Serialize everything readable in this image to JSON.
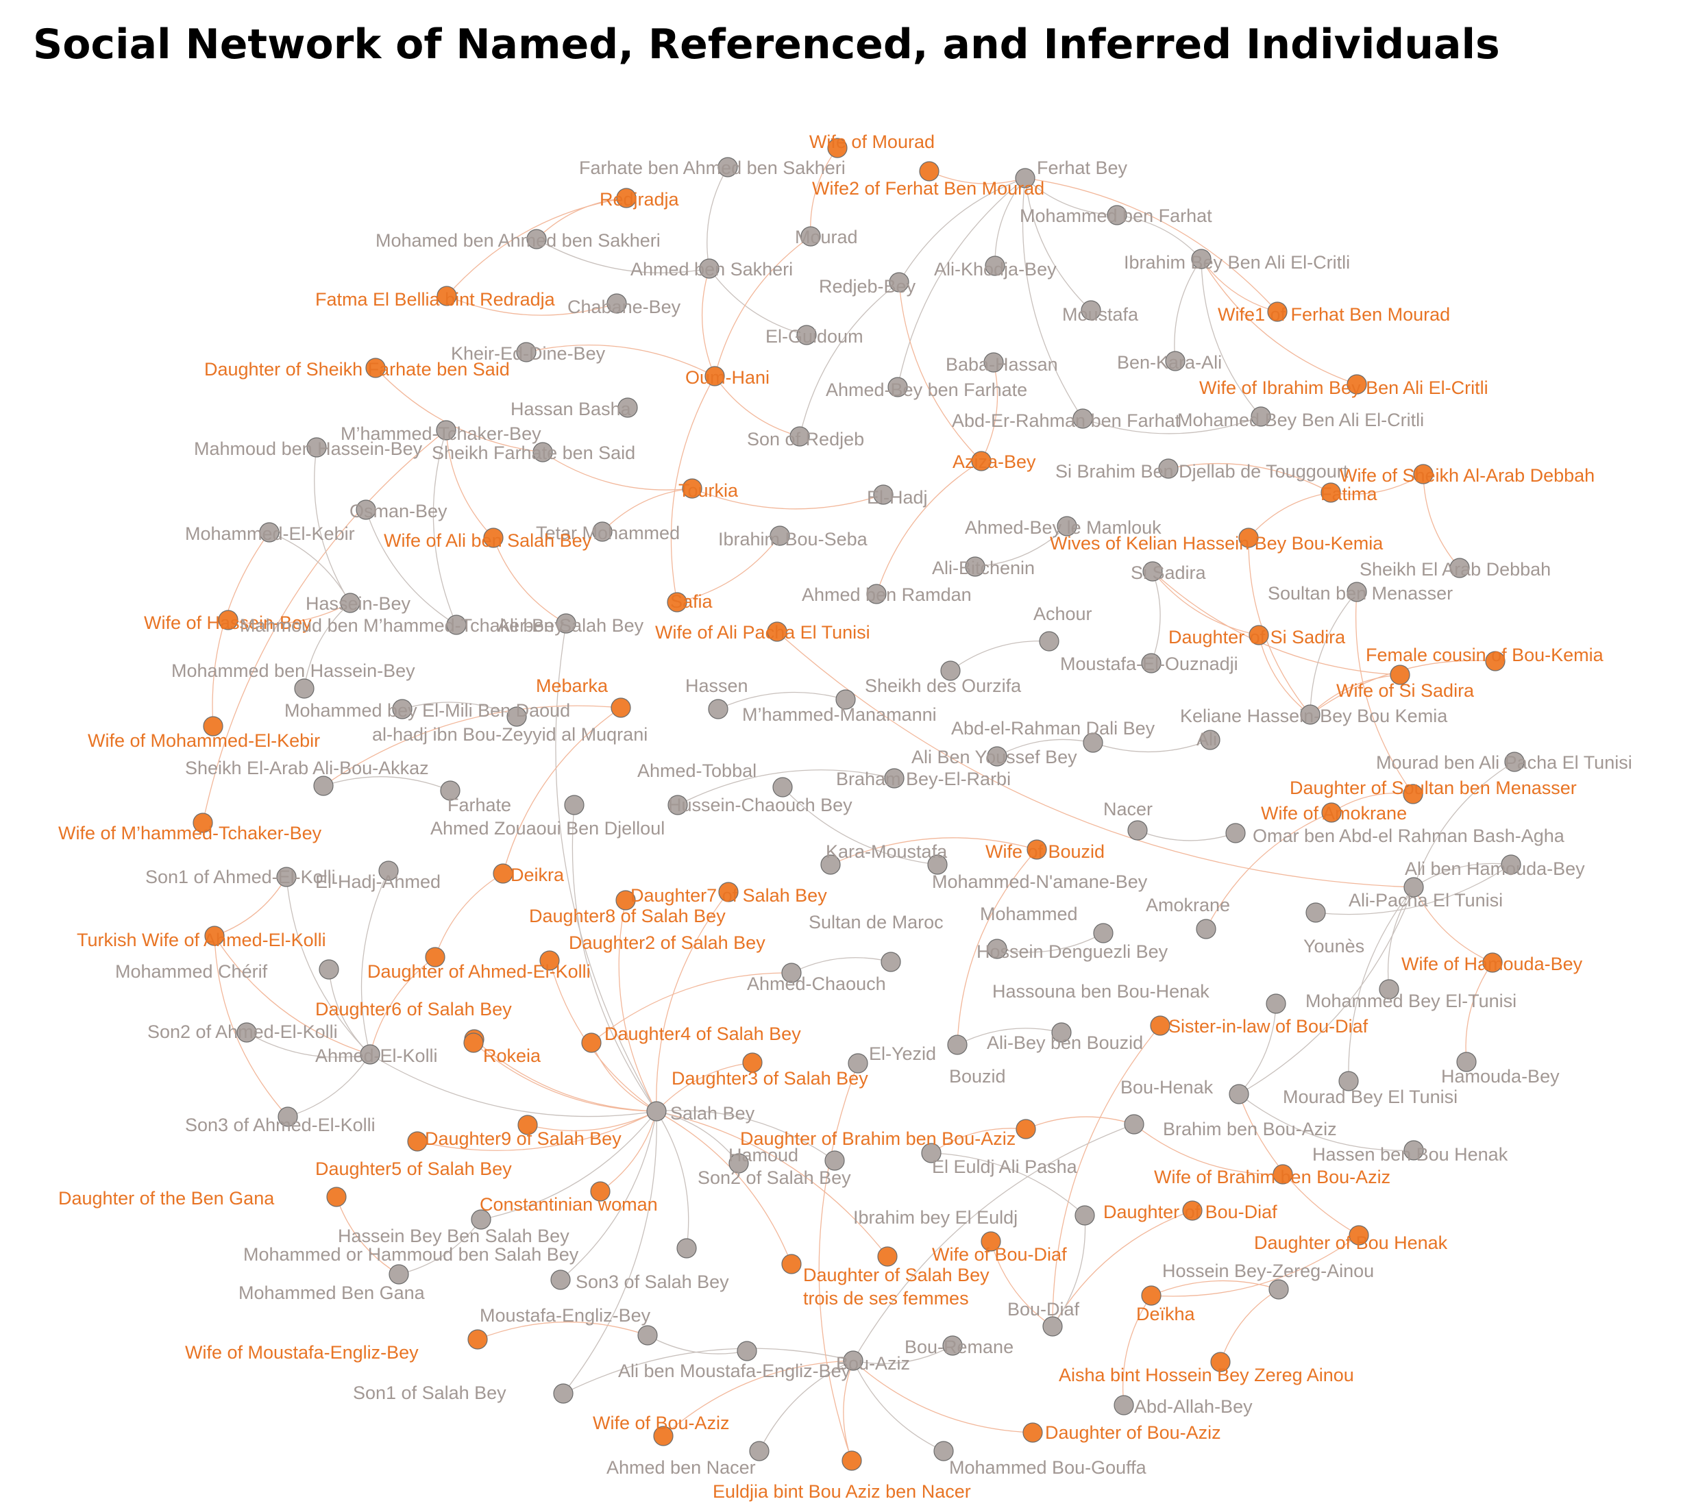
{
  "title": "Social Network of Named, Referenced, and Inferred Individuals",
  "colors": {
    "female": "#f08030",
    "male": "#b0a8a5",
    "edge_female": "#f2b79a",
    "edge_male": "#c8c0bc",
    "label_female": "#e87424",
    "label_male": "#a29894"
  },
  "nodes": [
    {
      "id": "n1",
      "label": "Wife of Mourad",
      "g": "f"
    },
    {
      "id": "n2",
      "label": "Farhate ben Ahmed ben Sakheri",
      "g": "m"
    },
    {
      "id": "n3",
      "label": "Ferhat Bey",
      "g": "m"
    },
    {
      "id": "n4",
      "label": "Wife2 of Ferhat Ben Mourad",
      "g": "f"
    },
    {
      "id": "n5",
      "label": "Redjradja",
      "g": "f"
    },
    {
      "id": "n6",
      "label": "Mohammed ben Farhat",
      "g": "m"
    },
    {
      "id": "n7",
      "label": "Mohamed ben Ahmed ben Sakheri",
      "g": "m"
    },
    {
      "id": "n8",
      "label": "Mourad",
      "g": "m"
    },
    {
      "id": "n9",
      "label": "Ahmed ben Sakheri",
      "g": "m"
    },
    {
      "id": "n10",
      "label": "Ali-Khodja-Bey",
      "g": "m"
    },
    {
      "id": "n11",
      "label": "Ibrahim Bey Ben Ali El-Critli",
      "g": "m"
    },
    {
      "id": "n12",
      "label": "Redjeb-Bey",
      "g": "m"
    },
    {
      "id": "n13",
      "label": "Fatma El Bellia bint Redradja",
      "g": "f"
    },
    {
      "id": "n14",
      "label": "Chabane-Bey",
      "g": "m"
    },
    {
      "id": "n15",
      "label": "Moustafa",
      "g": "m"
    },
    {
      "id": "n16",
      "label": "Wife1 of Ferhat Ben Mourad",
      "g": "f"
    },
    {
      "id": "n17",
      "label": "El-Guidoum",
      "g": "m"
    },
    {
      "id": "n18",
      "label": "Kheir-Ed-Dine-Bey",
      "g": "m"
    },
    {
      "id": "n19",
      "label": "Baba-Hassan",
      "g": "m"
    },
    {
      "id": "n20",
      "label": "Ben-Kara-Ali",
      "g": "m"
    },
    {
      "id": "n21",
      "label": "Daughter of Sheikh Farhate ben Said",
      "g": "f"
    },
    {
      "id": "n22",
      "label": "Oum-Hani",
      "g": "f"
    },
    {
      "id": "n23",
      "label": "Ahmed-Bey ben Farhate",
      "g": "m"
    },
    {
      "id": "n24",
      "label": "Wife of Ibrahim Bey Ben Ali El-Critli",
      "g": "f"
    },
    {
      "id": "n25",
      "label": "Hassan Basha",
      "g": "m"
    },
    {
      "id": "n26",
      "label": "Abd-Er-Rahman ben Farhat",
      "g": "m"
    },
    {
      "id": "n27",
      "label": "Mohamed Bey Ben Ali El-Critli",
      "g": "m"
    },
    {
      "id": "n28",
      "label": "M’hammed-Tchaker-Bey",
      "g": "m"
    },
    {
      "id": "n29",
      "label": "Son of Redjeb",
      "g": "m"
    },
    {
      "id": "n30",
      "label": "Mahmoud ben Hassein-Bey",
      "g": "m"
    },
    {
      "id": "n31",
      "label": "Sheikh Farhate ben Said",
      "g": "m"
    },
    {
      "id": "n32",
      "label": "Aziza-Bey",
      "g": "f"
    },
    {
      "id": "n33",
      "label": "Si Brahim Ben Djellab de Touggourt",
      "g": "m"
    },
    {
      "id": "n34",
      "label": "Wife of Sheikh Al-Arab Debbah",
      "g": "f"
    },
    {
      "id": "n35",
      "label": "Fatima",
      "g": "f"
    },
    {
      "id": "n36",
      "label": "Tourkia",
      "g": "f"
    },
    {
      "id": "n37",
      "label": "El-Hadj",
      "g": "m"
    },
    {
      "id": "n38",
      "label": "Osman-Bey",
      "g": "m"
    },
    {
      "id": "n39",
      "label": "Mohammed-El-Kebir",
      "g": "m"
    },
    {
      "id": "n40",
      "label": "Tetar Mohammed",
      "g": "m"
    },
    {
      "id": "n41",
      "label": "Ibrahim Bou-Seba",
      "g": "m"
    },
    {
      "id": "n42",
      "label": "Wife of Ali ben Salah Bey",
      "g": "f"
    },
    {
      "id": "n43",
      "label": "Ahmed-Bey le Mamlouk",
      "g": "m"
    },
    {
      "id": "n44",
      "label": "Wives of Kelian Hassein Bey Bou-Kemia",
      "g": "f"
    },
    {
      "id": "n45",
      "label": "Ali-Bitchenin",
      "g": "m"
    },
    {
      "id": "n46",
      "label": "Si Sadira",
      "g": "m"
    },
    {
      "id": "n47",
      "label": "Sheikh El Arab Debbah",
      "g": "m"
    },
    {
      "id": "n48",
      "label": "Hassein-Bey",
      "g": "m"
    },
    {
      "id": "n49",
      "label": "Ahmed ben Ramdan",
      "g": "m"
    },
    {
      "id": "n50",
      "label": "Soultan ben Menasser",
      "g": "m"
    },
    {
      "id": "n51",
      "label": "Safia",
      "g": "f"
    },
    {
      "id": "n52",
      "label": "Wife of Hassein-Bey",
      "g": "f"
    },
    {
      "id": "n53",
      "label": "Mahmoud ben M’hammed-Tchaker-Bey",
      "g": "m"
    },
    {
      "id": "n54",
      "label": "Ali ben Salah Bey",
      "g": "m"
    },
    {
      "id": "n55",
      "label": "Wife of Ali Pacha El Tunisi",
      "g": "f"
    },
    {
      "id": "n56",
      "label": "Achour",
      "g": "m"
    },
    {
      "id": "n57",
      "label": "Daughter of Si Sadira",
      "g": "f"
    },
    {
      "id": "n58",
      "label": "Moustafa-El-Ouznadji",
      "g": "m"
    },
    {
      "id": "n59",
      "label": "Female cousin of Bou-Kemia",
      "g": "f"
    },
    {
      "id": "n60",
      "label": "Wife of Si Sadira",
      "g": "f"
    },
    {
      "id": "n61",
      "label": "Mohammed ben Hassein-Bey",
      "g": "m"
    },
    {
      "id": "n62",
      "label": "Sheikh des Ourzifa",
      "g": "m"
    },
    {
      "id": "n63",
      "label": "Mebarka",
      "g": "f"
    },
    {
      "id": "n64",
      "label": "Hassen",
      "g": "m"
    },
    {
      "id": "n65",
      "label": "M’hammed-Manamanni",
      "g": "m"
    },
    {
      "id": "n66",
      "label": "Keliane Hassein-Bey Bou Kemia",
      "g": "m"
    },
    {
      "id": "n67",
      "label": "Mohammed bey El-Mili Ben Daoud",
      "g": "m"
    },
    {
      "id": "n68",
      "label": "al-hadj ibn Bou-Zeyyid al Muqrani",
      "g": "m"
    },
    {
      "id": "n69",
      "label": "Wife of Mohammed-El-Kebir",
      "g": "f"
    },
    {
      "id": "n70",
      "label": "Abd-el-Rahman Dali Bey",
      "g": "m"
    },
    {
      "id": "n71",
      "label": "Ali",
      "g": "m"
    },
    {
      "id": "n72",
      "label": "Ali Ben Youssef Bey",
      "g": "m"
    },
    {
      "id": "n73",
      "label": "Mourad ben Ali Pacha El Tunisi",
      "g": "m"
    },
    {
      "id": "n74",
      "label": "Sheikh El-Arab Ali-Bou-Akkaz",
      "g": "m"
    },
    {
      "id": "n75",
      "label": "Ahmed-Tobbal",
      "g": "m"
    },
    {
      "id": "n76",
      "label": "Braham Bey-El-Rarbi",
      "g": "m"
    },
    {
      "id": "n77",
      "label": "Farhate",
      "g": "m"
    },
    {
      "id": "n78",
      "label": "Hussein-Chaouch Bey",
      "g": "m"
    },
    {
      "id": "n79",
      "label": "Daughter of Soultan ben Menasser",
      "g": "f"
    },
    {
      "id": "n80",
      "label": "Ahmed Zouaoui Ben Djelloul",
      "g": "m"
    },
    {
      "id": "n81",
      "label": "Wife of Amokrane",
      "g": "f"
    },
    {
      "id": "n82",
      "label": "Nacer",
      "g": "m"
    },
    {
      "id": "n83",
      "label": "Wife of M’hammed-Tchaker-Bey",
      "g": "f"
    },
    {
      "id": "n84",
      "label": "Omar ben Abd-el Rahman Bash-Agha",
      "g": "m"
    },
    {
      "id": "n85",
      "label": "Wife of Bouzid",
      "g": "f"
    },
    {
      "id": "n86",
      "label": "Kara-Moustafa",
      "g": "m"
    },
    {
      "id": "n87",
      "label": "Son1 of Ahmed-El-Kolli",
      "g": "m"
    },
    {
      "id": "n88",
      "label": "El-Hadj-Ahmed",
      "g": "m"
    },
    {
      "id": "n89",
      "label": "Deikra",
      "g": "f"
    },
    {
      "id": "n90",
      "label": "Mohammed-N'amane-Bey",
      "g": "m"
    },
    {
      "id": "n91",
      "label": "Ali ben Hamouda-Bey",
      "g": "m"
    },
    {
      "id": "n92",
      "label": "Daughter7 of Salah Bey",
      "g": "f"
    },
    {
      "id": "n93",
      "label": "Daughter8 of Salah Bey",
      "g": "f"
    },
    {
      "id": "n94",
      "label": "Sultan de Maroc",
      "g": "m"
    },
    {
      "id": "n95",
      "label": "Mohammed",
      "g": "m"
    },
    {
      "id": "n96",
      "label": "Amokrane",
      "g": "m"
    },
    {
      "id": "n97",
      "label": "Ali-Pacha El Tunisi",
      "g": "m"
    },
    {
      "id": "n98",
      "label": "Turkish Wife of Ahmed-El-Kolli",
      "g": "f"
    },
    {
      "id": "n99",
      "label": "Daughter2 of Salah Bey",
      "g": "f"
    },
    {
      "id": "n100",
      "label": "Hossein Denguezli Bey",
      "g": "m"
    },
    {
      "id": "n101",
      "label": "Younès",
      "g": "m"
    },
    {
      "id": "n102",
      "label": "Mohammed Chérif",
      "g": "m"
    },
    {
      "id": "n103",
      "label": "Daughter of Ahmed-El-Kolli",
      "g": "f"
    },
    {
      "id": "n104",
      "label": "Ahmed-Chaouch",
      "g": "m"
    },
    {
      "id": "n105",
      "label": "Wife of Hamouda-Bey",
      "g": "f"
    },
    {
      "id": "n106",
      "label": "Hassouna ben Bou-Henak",
      "g": "m"
    },
    {
      "id": "n107",
      "label": "Mohammed Bey El-Tunisi",
      "g": "m"
    },
    {
      "id": "n108",
      "label": "Daughter6 of Salah Bey",
      "g": "f"
    },
    {
      "id": "n109",
      "label": "Son2 of Ahmed-El-Kolli",
      "g": "m"
    },
    {
      "id": "n110",
      "label": "Daughter4 of Salah Bey",
      "g": "f"
    },
    {
      "id": "n111",
      "label": "Sister-in-law of Bou-Diaf",
      "g": "f"
    },
    {
      "id": "n112",
      "label": "Ali-Bey ben Bouzid",
      "g": "m"
    },
    {
      "id": "n113",
      "label": "Ahmed-El-Kolli",
      "g": "m"
    },
    {
      "id": "n114",
      "label": "Rokeia",
      "g": "f"
    },
    {
      "id": "n115",
      "label": "El-Yezid",
      "g": "m"
    },
    {
      "id": "n116",
      "label": "Bouzid",
      "g": "m"
    },
    {
      "id": "n117",
      "label": "Hamouda-Bey",
      "g": "m"
    },
    {
      "id": "n118",
      "label": "Daughter3 of Salah Bey",
      "g": "f"
    },
    {
      "id": "n119",
      "label": "Bou-Henak",
      "g": "m"
    },
    {
      "id": "n120",
      "label": "Mourad Bey El Tunisi",
      "g": "m"
    },
    {
      "id": "n121",
      "label": "Salah Bey",
      "g": "m"
    },
    {
      "id": "n122",
      "label": "Son3 of Ahmed-El-Kolli",
      "g": "m"
    },
    {
      "id": "n123",
      "label": "Daughter9 of Salah Bey",
      "g": "f"
    },
    {
      "id": "n124",
      "label": "Brahim ben Bou-Aziz",
      "g": "m"
    },
    {
      "id": "n125",
      "label": "Daughter of Brahim ben Bou-Aziz",
      "g": "f"
    },
    {
      "id": "n126",
      "label": "Daughter5 of Salah Bey",
      "g": "f"
    },
    {
      "id": "n127",
      "label": "Hamoud",
      "g": "m"
    },
    {
      "id": "n128",
      "label": "El Euldj Ali Pasha",
      "g": "m"
    },
    {
      "id": "n129",
      "label": "Hassen ben Bou Henak",
      "g": "m"
    },
    {
      "id": "n130",
      "label": "Son2 of Salah Bey",
      "g": "m"
    },
    {
      "id": "n131",
      "label": "Wife of Brahim ben Bou-Aziz",
      "g": "f"
    },
    {
      "id": "n132",
      "label": "Daughter of the Ben Gana",
      "g": "f"
    },
    {
      "id": "n133",
      "label": "Constantinian woman",
      "g": "f"
    },
    {
      "id": "n134",
      "label": "Daughter of Bou-Diaf",
      "g": "f"
    },
    {
      "id": "n135",
      "label": "Ibrahim bey El Euldj",
      "g": "m"
    },
    {
      "id": "n136",
      "label": "Hassein Bey Ben Salah Bey",
      "g": "m"
    },
    {
      "id": "n137",
      "label": "Daughter of Bou Henak",
      "g": "f"
    },
    {
      "id": "n138",
      "label": "Wife of Bou-Diaf",
      "g": "f"
    },
    {
      "id": "n139",
      "label": "Mohammed or Hammoud ben Salah Bey",
      "g": "m"
    },
    {
      "id": "n140",
      "label": "Hossein Bey-Zereg-Ainou",
      "g": "m"
    },
    {
      "id": "n141",
      "label": "Daughter of Salah Bey",
      "g": "f"
    },
    {
      "id": "n142",
      "label": "Son3 of Salah Bey",
      "g": "m"
    },
    {
      "id": "n143",
      "label": "Mohammed Ben Gana",
      "g": "m"
    },
    {
      "id": "n144",
      "label": "trois de ses femmes",
      "g": "f"
    },
    {
      "id": "n145",
      "label": "Deïkha",
      "g": "f"
    },
    {
      "id": "n146",
      "label": "Bou-Diaf",
      "g": "m"
    },
    {
      "id": "n147",
      "label": "Moustafa-Engliz-Bey",
      "g": "m"
    },
    {
      "id": "n148",
      "label": "Bou-Remane",
      "g": "m"
    },
    {
      "id": "n149",
      "label": "Wife of Moustafa-Engliz-Bey",
      "g": "f"
    },
    {
      "id": "n150",
      "label": "Bou-Aziz",
      "g": "m"
    },
    {
      "id": "n151",
      "label": "Ali ben Moustafa-Engliz-Bey",
      "g": "m"
    },
    {
      "id": "n152",
      "label": "Aisha bint Hossein Bey Zereg Ainou",
      "g": "f"
    },
    {
      "id": "n153",
      "label": "Son1 of Salah Bey",
      "g": "m"
    },
    {
      "id": "n154",
      "label": "Abd-Allah-Bey",
      "g": "m"
    },
    {
      "id": "n155",
      "label": "Wife of Bou-Aziz",
      "g": "f"
    },
    {
      "id": "n156",
      "label": "Daughter of Bou-Aziz",
      "g": "f"
    },
    {
      "id": "n157",
      "label": "Ahmed ben Nacer",
      "g": "m"
    },
    {
      "id": "n158",
      "label": "Mohammed Bou-Gouffa",
      "g": "m"
    },
    {
      "id": "n159",
      "label": "Euldjia bint Bou Aziz ben Nacer",
      "g": "f"
    }
  ],
  "edges": [
    [
      "n1",
      "n8"
    ],
    [
      "n4",
      "n3"
    ],
    [
      "n16",
      "n3"
    ],
    [
      "n3",
      "n6"
    ],
    [
      "n3",
      "n10"
    ],
    [
      "n3",
      "n12"
    ],
    [
      "n3",
      "n23"
    ],
    [
      "n3",
      "n26"
    ],
    [
      "n3",
      "n15"
    ],
    [
      "n5",
      "n7"
    ],
    [
      "n5",
      "n13"
    ],
    [
      "n13",
      "n14"
    ],
    [
      "n2",
      "n9"
    ],
    [
      "n7",
      "n9"
    ],
    [
      "n9",
      "n22"
    ],
    [
      "n9",
      "n17"
    ],
    [
      "n8",
      "n22"
    ],
    [
      "n11",
      "n16"
    ],
    [
      "n11",
      "n24"
    ],
    [
      "n11",
      "n27"
    ],
    [
      "n11",
      "n20"
    ],
    [
      "n11",
      "n6"
    ],
    [
      "n12",
      "n29"
    ],
    [
      "n12",
      "n32"
    ],
    [
      "n21",
      "n31"
    ],
    [
      "n31",
      "n36"
    ],
    [
      "n22",
      "n29"
    ],
    [
      "n22",
      "n51"
    ],
    [
      "n22",
      "n18"
    ],
    [
      "n36",
      "n40"
    ],
    [
      "n36",
      "n37"
    ],
    [
      "n28",
      "n83"
    ],
    [
      "n28",
      "n53"
    ],
    [
      "n28",
      "n42"
    ],
    [
      "n42",
      "n54"
    ],
    [
      "n54",
      "n121"
    ],
    [
      "n30",
      "n48"
    ],
    [
      "n52",
      "n48"
    ],
    [
      "n48",
      "n61"
    ],
    [
      "n48",
      "n39"
    ],
    [
      "n39",
      "n69"
    ],
    [
      "n38",
      "n53"
    ],
    [
      "n32",
      "n49"
    ],
    [
      "n32",
      "n19"
    ],
    [
      "n35",
      "n33"
    ],
    [
      "n35",
      "n44"
    ],
    [
      "n35",
      "n34"
    ],
    [
      "n34",
      "n47"
    ],
    [
      "n44",
      "n66"
    ],
    [
      "n46",
      "n57"
    ],
    [
      "n46",
      "n60"
    ],
    [
      "n57",
      "n66"
    ],
    [
      "n60",
      "n66"
    ],
    [
      "n59",
      "n66"
    ],
    [
      "n50",
      "n79"
    ],
    [
      "n50",
      "n66"
    ],
    [
      "n79",
      "n81"
    ],
    [
      "n81",
      "n96"
    ],
    [
      "n82",
      "n84"
    ],
    [
      "n70",
      "n72"
    ],
    [
      "n70",
      "n71"
    ],
    [
      "n56",
      "n62"
    ],
    [
      "n55",
      "n97"
    ],
    [
      "n51",
      "n41"
    ],
    [
      "n73",
      "n97"
    ],
    [
      "n91",
      "n97"
    ],
    [
      "n97",
      "n105"
    ],
    [
      "n97",
      "n107"
    ],
    [
      "n97",
      "n120"
    ],
    [
      "n105",
      "n117"
    ],
    [
      "n101",
      "n91"
    ],
    [
      "n63",
      "n74"
    ],
    [
      "n63",
      "n89"
    ],
    [
      "n77",
      "n74"
    ],
    [
      "n68",
      "n67"
    ],
    [
      "n89",
      "n103"
    ],
    [
      "n88",
      "n113"
    ],
    [
      "n87",
      "n113"
    ],
    [
      "n98",
      "n113"
    ],
    [
      "n98",
      "n87"
    ],
    [
      "n98",
      "n122"
    ],
    [
      "n103",
      "n113"
    ],
    [
      "n102",
      "n113"
    ],
    [
      "n109",
      "n113"
    ],
    [
      "n122",
      "n113"
    ],
    [
      "n113",
      "n121"
    ],
    [
      "n108",
      "n121"
    ],
    [
      "n114",
      "n121"
    ],
    [
      "n92",
      "n121"
    ],
    [
      "n93",
      "n121"
    ],
    [
      "n99",
      "n121"
    ],
    [
      "n110",
      "n121"
    ],
    [
      "n118",
      "n121"
    ],
    [
      "n123",
      "n121"
    ],
    [
      "n126",
      "n121"
    ],
    [
      "n133",
      "n121"
    ],
    [
      "n141",
      "n121"
    ],
    [
      "n130",
      "n121"
    ],
    [
      "n142",
      "n121"
    ],
    [
      "n153",
      "n121"
    ],
    [
      "n136",
      "n121"
    ],
    [
      "n139",
      "n121"
    ],
    [
      "n144",
      "n121"
    ],
    [
      "n132",
      "n143"
    ],
    [
      "n143",
      "n136"
    ],
    [
      "n127",
      "n121"
    ],
    [
      "n80",
      "n121"
    ],
    [
      "n85",
      "n116"
    ],
    [
      "n85",
      "n90"
    ],
    [
      "n111",
      "n146"
    ],
    [
      "n112",
      "n116"
    ],
    [
      "n119",
      "n129"
    ],
    [
      "n119",
      "n137"
    ],
    [
      "n119",
      "n106"
    ],
    [
      "n119",
      "n97"
    ],
    [
      "n124",
      "n131"
    ],
    [
      "n124",
      "n125"
    ],
    [
      "n124",
      "n150"
    ],
    [
      "n125",
      "n128"
    ],
    [
      "n134",
      "n146"
    ],
    [
      "n138",
      "n146"
    ],
    [
      "n146",
      "n135"
    ],
    [
      "n140",
      "n145"
    ],
    [
      "n140",
      "n152"
    ],
    [
      "n145",
      "n154"
    ],
    [
      "n145",
      "n137"
    ],
    [
      "n147",
      "n149"
    ],
    [
      "n147",
      "n151"
    ],
    [
      "n150",
      "n155"
    ],
    [
      "n150",
      "n156"
    ],
    [
      "n150",
      "n159"
    ],
    [
      "n150",
      "n158"
    ],
    [
      "n150",
      "n157"
    ],
    [
      "n150",
      "n148"
    ],
    [
      "n150",
      "n153"
    ],
    [
      "n115",
      "n159"
    ],
    [
      "n94",
      "n104"
    ],
    [
      "n104",
      "n110"
    ],
    [
      "n135",
      "n128"
    ],
    [
      "n65",
      "n64"
    ],
    [
      "n76",
      "n78"
    ],
    [
      "n75",
      "n86"
    ],
    [
      "n45",
      "n43"
    ],
    [
      "n58",
      "n46"
    ],
    [
      "n100",
      "n95"
    ],
    [
      "n26",
      "n27"
    ]
  ]
}
